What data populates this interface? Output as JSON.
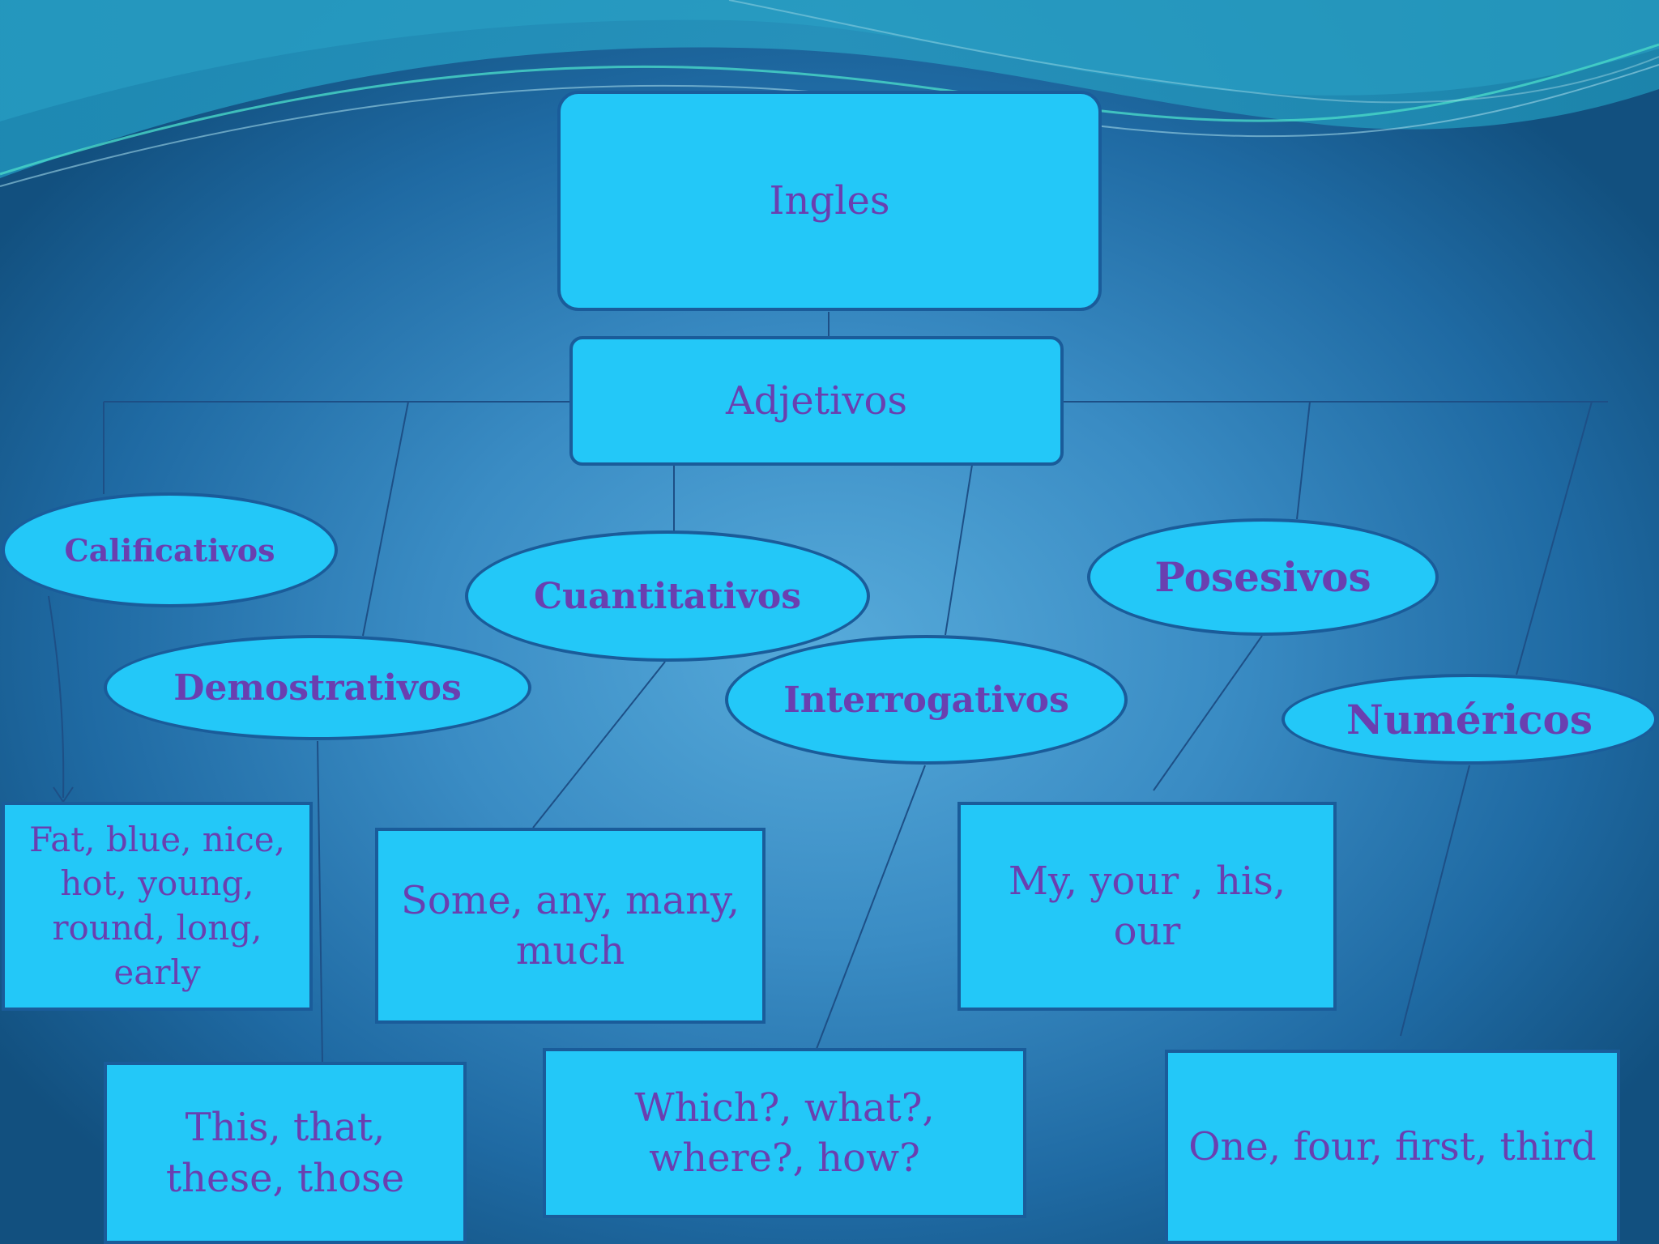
{
  "diagram": {
    "root": "Ingles",
    "center": "Adjetivos",
    "categories": {
      "calificativos": "Calificativos",
      "demostrativos": "Demostrativos",
      "cuantitativos": "Cuantitativos",
      "interrogativos": "Interrogativos",
      "posesivos": "Posesivos",
      "numericos": "Numéricos"
    },
    "examples": {
      "calificativos": "Fat, blue, nice, hot, young, round, long, early",
      "demostrativos": "This, that, these, those",
      "cuantitativos": "Some, any, many, much",
      "interrogativos": "Which?, what?, where?, how?",
      "posesivos": "My, your , his, our",
      "numericos": "One, four, first, third"
    }
  },
  "colors": {
    "node_fill": "#23c8f8",
    "node_border": "#1a5c9a",
    "text": "#6a3fb0",
    "connector": "#1d4f86"
  }
}
